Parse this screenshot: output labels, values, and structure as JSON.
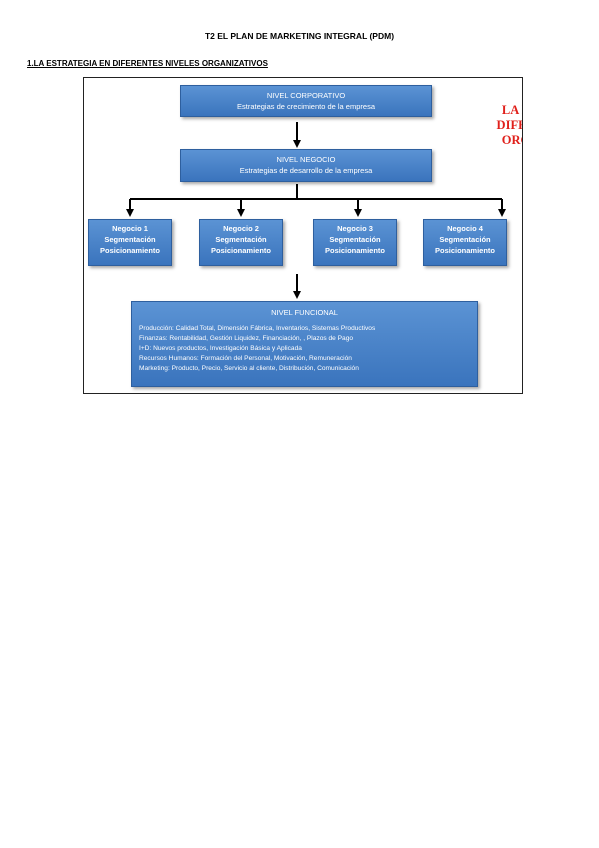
{
  "document": {
    "title": "T2 EL PLAN DE MARKETING INTEGRAL (PDM)",
    "section_heading": "1.LA ESTRATEGIA EN DIFERENTES NIVELES ORGANIZATIVOS"
  },
  "diagram": {
    "corporate": {
      "title": "NIVEL CORPORATIVO",
      "subtitle": "Estrategias de crecimiento de la empresa"
    },
    "business": {
      "title": "NIVEL NEGOCIO",
      "subtitle": "Estrategias de desarrollo de la empresa"
    },
    "units": [
      {
        "name": "Negocio 1",
        "line2": "Segmentación",
        "line3": "Posicionamiento"
      },
      {
        "name": "Negocio 2",
        "line2": "Segmentación",
        "line3": "Posicionamiento"
      },
      {
        "name": "Negocio 3",
        "line2": "Segmentación",
        "line3": "Posicionamiento"
      },
      {
        "name": "Negocio 4",
        "line2": "Segmentación",
        "line3": "Posicionamiento"
      }
    ],
    "functional": {
      "title": "NIVEL FUNCIONAL",
      "lines": [
        "Producción: Calidad Total, Dimensión Fábrica, Inventarios, Sistemas Productivos",
        "Finanzas: Rentabilidad, Gestión Liquidez, Financiación, , Plazos de Pago",
        "I+D: Nuevos productos, Investigación Básica y Aplicada",
        "Recursos Humanos: Formación del Personal, Motivación, Remuneración",
        "Marketing: Producto, Precio, Servicio al cliente, Distribución, Comunicación"
      ]
    },
    "side_label": {
      "line1": "LA E",
      "line2": "DIFER",
      "line3": "ORG"
    },
    "colors": {
      "box": "#4a84c9",
      "label": "#e0201b"
    }
  }
}
